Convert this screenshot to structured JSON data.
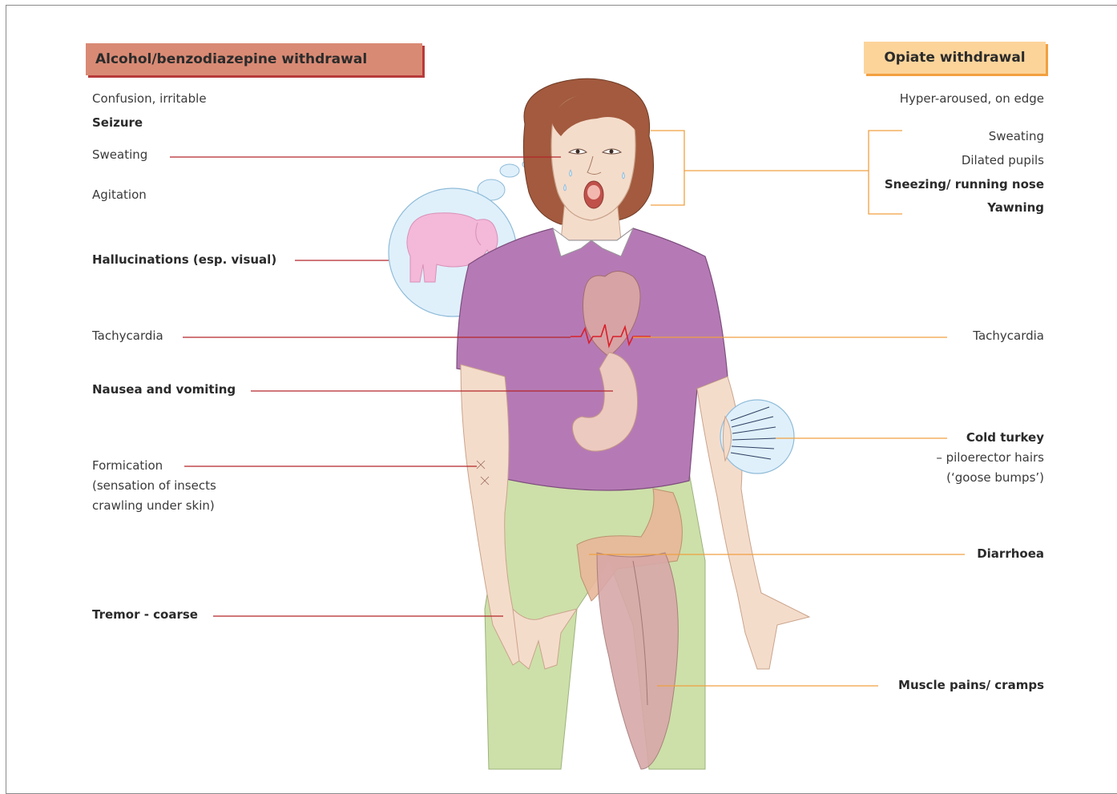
{
  "left": {
    "title": "Alcohol/benzodiazepine withdrawal",
    "labels": {
      "confusion": "Confusion, irritable",
      "seizure": "Seizure",
      "sweating": "Sweating",
      "agitation": "Agitation",
      "hallucinations": "Hallucinations (esp. visual)",
      "tachycardia": "Tachycardia",
      "nausea": "Nausea and vomiting",
      "formication": "Formication",
      "formication_desc_1": "(sensation of insects",
      "formication_desc_2": "crawling under skin)",
      "tremor": "Tremor - coarse"
    }
  },
  "right": {
    "title": "Opiate withdrawal",
    "labels": {
      "hyper": "Hyper-aroused, on edge",
      "sweating": "Sweating",
      "pupils": "Dilated pupils",
      "sneezing": "Sneezing/ running nose",
      "yawning": "Yawning",
      "tachycardia": "Tachycardia",
      "cold_turkey": "Cold turkey",
      "cold_turkey_desc_1": "– piloerector hairs",
      "cold_turkey_desc_2": "(‘goose bumps’)",
      "diarrhoea": "Diarrhoea",
      "muscle": "Muscle pains/ cramps"
    }
  },
  "colors": {
    "left_line": "#b3262a",
    "right_line": "#f0a040",
    "shirt": "#b57ab5",
    "trousers": "#cde0a9",
    "skin": "#f4dccb",
    "hair": "#a35a3e",
    "bubble": "#dff0fb",
    "elephant": "#f4b8d8"
  }
}
